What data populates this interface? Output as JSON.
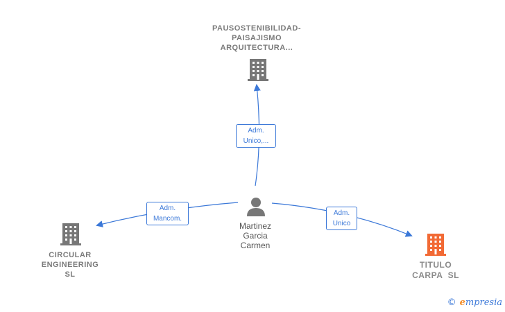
{
  "nodes": {
    "top_company": {
      "lines": [
        "PAUSOSTENIBILIDAD-",
        "PAISAJISMO",
        "ARQUITECTURA..."
      ],
      "color": "#777777"
    },
    "left_company": {
      "lines": [
        "CIRCULAR",
        "ENGINEERING",
        "SL"
      ],
      "color": "#777777"
    },
    "right_company": {
      "lines": [
        "TITULO",
        "CARPA  SL"
      ],
      "color": "#f26a35"
    },
    "person": {
      "lines": [
        "Martinez",
        "Garcia",
        "Carmen"
      ],
      "color": "#777777"
    }
  },
  "edges": {
    "top": {
      "lines": [
        "Adm.",
        "Unico,..."
      ]
    },
    "left": {
      "lines": [
        "Adm.",
        "Mancom."
      ]
    },
    "right": {
      "lines": [
        "Adm.",
        "Unico"
      ]
    }
  },
  "edge_color": "#3b78d8",
  "brand": {
    "symbol": "©",
    "name": "mpresia",
    "initial": "e"
  }
}
